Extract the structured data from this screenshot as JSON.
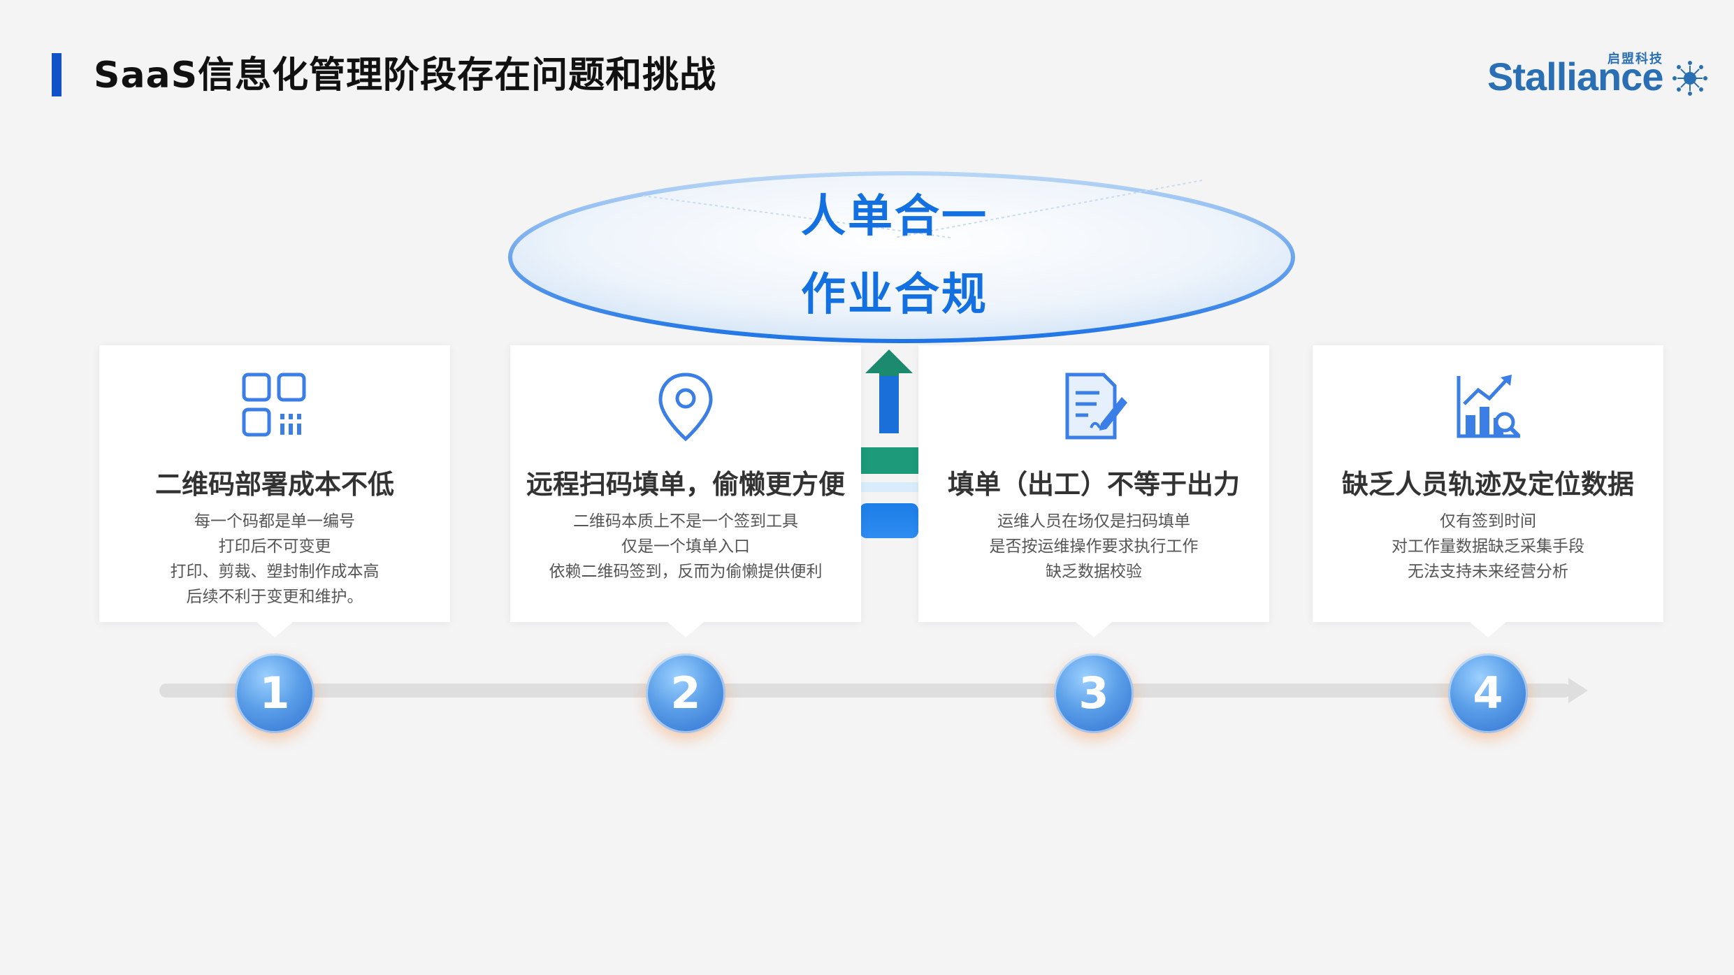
{
  "title": "SaaS信息化管理阶段存在问题和挑战",
  "logo": {
    "text": "Stalliance",
    "cn": "启盟科技"
  },
  "ellipse": {
    "line1": "人单合一",
    "line2": "作业合规"
  },
  "cards": [
    {
      "icon": "qr-code-icon",
      "title": "二维码部署成本不低",
      "lines": [
        "每一个码都是单一编号",
        "打印后不可变更",
        "打印、剪裁、塑封制作成本高",
        "后续不利于变更和维护。"
      ]
    },
    {
      "icon": "location-pin-icon",
      "title": "远程扫码填单，偷懒更方便",
      "lines": [
        "二维码本质上不是一个签到工具",
        "仅是一个填单入口",
        "依赖二维码签到，反而为偷懒提供便利"
      ]
    },
    {
      "icon": "document-edit-icon",
      "title": "填单（出工）不等于出力",
      "lines": [
        "运维人员在场仅是扫码填单",
        "是否按运维操作要求执行工作",
        "缺乏数据校验"
      ]
    },
    {
      "icon": "chart-analysis-icon",
      "title": "缺乏人员轨迹及定位数据",
      "lines": [
        "仅有签到时间",
        "对工作量数据缺乏采集手段",
        "无法支持未来经营分析"
      ]
    }
  ],
  "steps": [
    "1",
    "2",
    "3",
    "4"
  ],
  "colors": {
    "accent": "#1152c9",
    "highlight": "#1370e0",
    "text": "#333333"
  }
}
